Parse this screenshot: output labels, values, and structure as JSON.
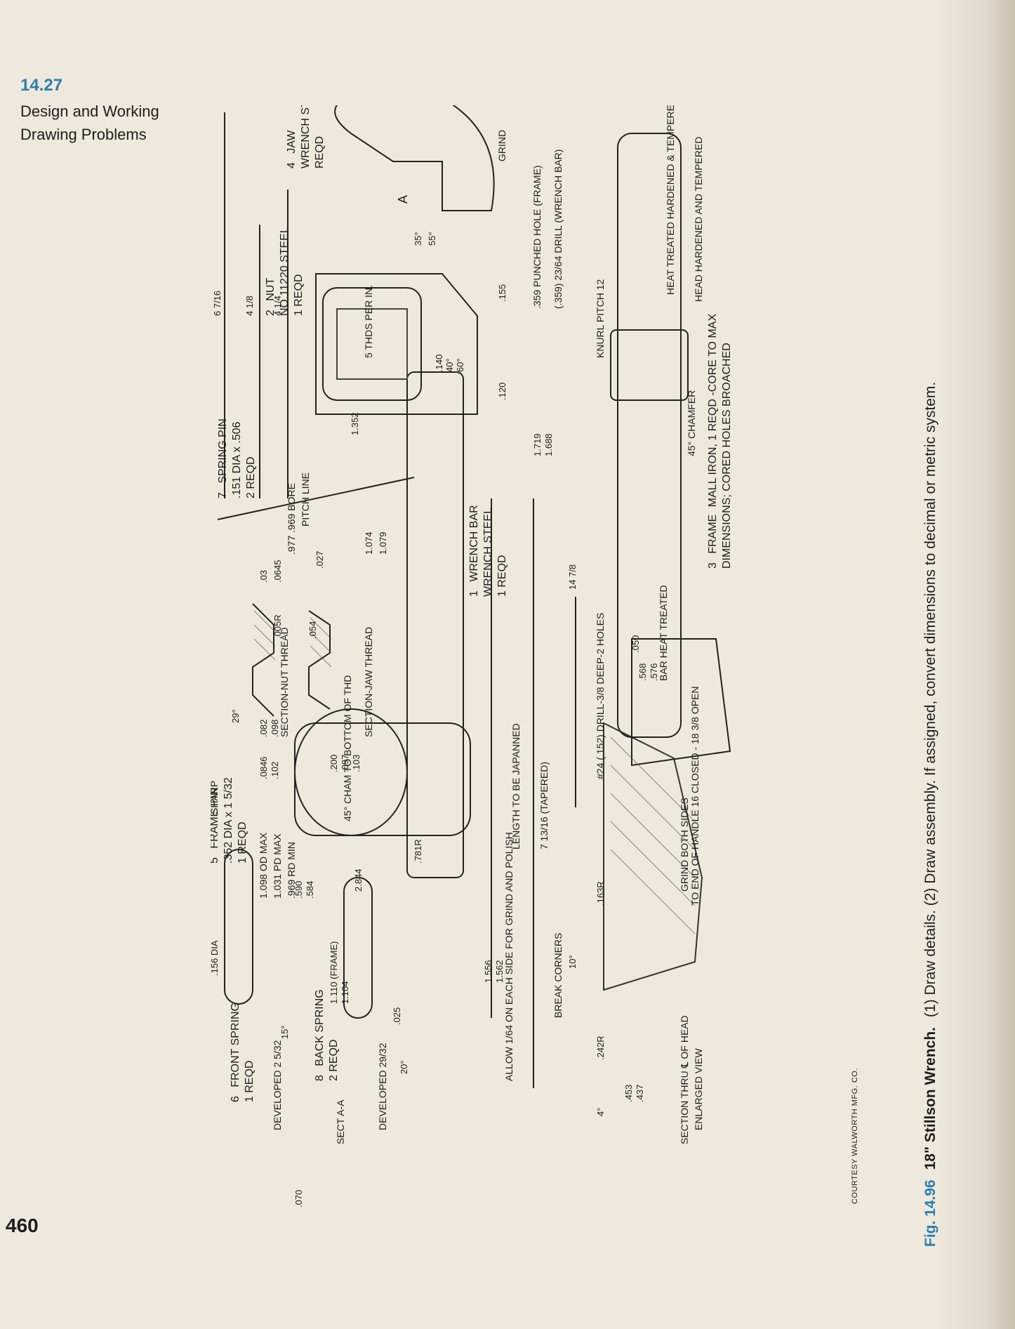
{
  "sidebar": {
    "section_number": "14.27",
    "section_title": "Design and Working Drawing Problems"
  },
  "page_number": "460",
  "caption": {
    "figure_label": "Fig. 14.96",
    "figure_title": "18\" Stillson Wrench.",
    "figure_text": "(1) Draw details. (2) Draw assembly. If assigned, convert dimensions to decimal or metric system."
  },
  "courtesy": "COURTESY WALWORTH MFG. CO.",
  "drawing": {
    "parts": [
      {
        "num": "1",
        "name": "WRENCH BAR",
        "material": "WRENCH STEEL",
        "qty": "1 REQD"
      },
      {
        "num": "2",
        "name": "NUT",
        "material": "NO.11220 STEEL",
        "qty": "1 REQD"
      },
      {
        "num": "3",
        "name": "FRAME",
        "material": "MALL IRON, 1 REQD -CORE TO MAX",
        "qty": "DIMENSIONS; CORED HOLES BROACHED"
      },
      {
        "num": "4",
        "name": "JAW",
        "material": "WRENCH STEEL",
        "qty": "REQD"
      },
      {
        "num": "5",
        "name": "FRAME PIN",
        "material": ".352 DIA x 1 5/32",
        "qty": "1 REQD"
      },
      {
        "num": "6",
        "name": "FRONT SPRING",
        "material": "",
        "qty": "1 REQD"
      },
      {
        "num": "7",
        "name": "SPRING PIN",
        "material": ".151 DIA x .506",
        "qty": "2 REQD"
      },
      {
        "num": "8",
        "name": "BACK SPRING",
        "material": "",
        "qty": "2 REQD"
      }
    ],
    "notes": {
      "section_nut": "SECTION-NUT THREAD",
      "section_jaw": "SECTION-JAW THREAD",
      "section_aa": "SECT A-A",
      "section_head": "SECTION THRU ℄ OF HEAD",
      "enlarged": "ENLARGED VIEW",
      "grind_both": "GRIND BOTH SIDES",
      "break_corners": "BREAK CORNERS",
      "knurl": "KNURL PITCH 12",
      "chamfer": "45° CHAMFER",
      "heat_treat": "HEAT TREATED HARDENED & TEMPERED",
      "head_hardened": "HEAD HARDENED AND TEMPERED",
      "bar_heat": "BAR HEAT TREATED",
      "punched": ".359 PUNCHED HOLE (FRAME)",
      "drill_bar": "(.359) 23/64 DRILL (WRENCH BAR)",
      "drill_holes": "#24 (.152) DRILL-3/8 DEEP-2 HOLES",
      "length_japanned": "LENGTH TO BE JAPANNED",
      "tapered": "7 13/16 (TAPERED)",
      "allow": "ALLOW 1/64 ON EACH SIDE FOR GRIND AND POLISH",
      "threads": "5 THDS PER IN.",
      "to_end": "TO END OF HANDLE 16 CLOSED - 18 3/8 OPEN",
      "developed": "DEVELOPED 2 5/32",
      "developed2": "DEVELOPED 29/32",
      "sharp": "SHARP",
      "od": "1.098 OD MAX",
      "pd": "1.031 PD MAX",
      "rd": ".969 RD MIN",
      "bore": ".977 .969 BORE",
      "grind": "GRIND",
      "pitch_line": "PITCH LINE",
      "cham": "45° CHAM TO BOTTOM OF THD"
    },
    "dims": {
      "d1": "6 7/16",
      "d2": "4 1/8",
      "d3": "4 1/4",
      "d4": "14 7/8",
      "d5": "1.719",
      "d6": "1.688",
      "d7": "1.074",
      "d8": "1.079",
      "d9": "2.844",
      "d10": "1.556",
      "d11": "1.562",
      "d12": ".590",
      "d13": ".584",
      "d14": ".453",
      "d15": ".437",
      "d16": "1.110 (FRAME)",
      "d17": "1.104",
      "d18": ".156 DIA",
      "d19": ".070",
      "d20": ".050",
      "d21": ".568",
      "d22": ".576",
      "d23": ".242R",
      "d24": ".163R",
      "d25": ".781R",
      "d26": ".025",
      "d27": "1.352",
      "d28": ".120",
      "d29": ".140",
      "d30": ".155",
      "d31": "35°",
      "d32": "55°",
      "d33": "60°",
      "d34": "40°",
      "d35": "29°",
      "d36": "10°",
      "d37": "15°",
      "d38": "20°",
      "d39": "4°",
      "d40": ".0846",
      "d41": ".102",
      "d42": ".082",
      "d43": ".098",
      "d44": ".200",
      "d45": ".097",
      "d46": ".103",
      "d47": ".054",
      "d48": ".027",
      "d49": ".005R",
      "d50": ".0645",
      "d51": ".03",
      "d52": "A"
    }
  }
}
